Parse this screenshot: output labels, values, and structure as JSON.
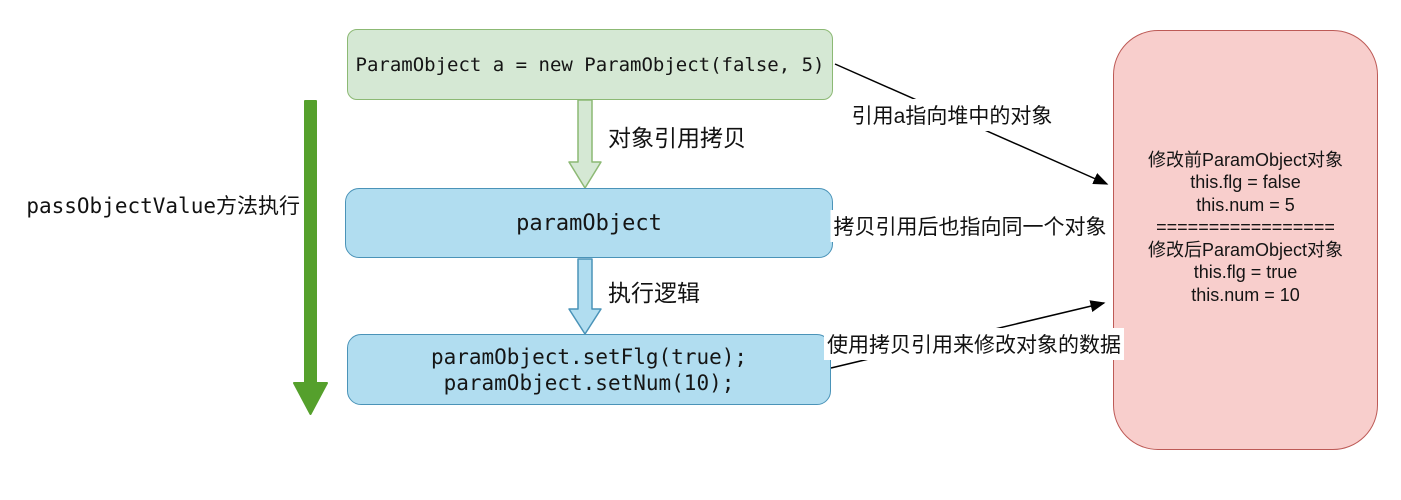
{
  "colors": {
    "green-fill": "#d5e8d4",
    "green-stroke": "#8cb974",
    "blue-fill": "#b1ddf0",
    "blue-stroke": "#4a93b8",
    "red-fill": "#f8cecc",
    "red-stroke": "#bd5a56",
    "flow-arrow": "#55a02c",
    "connector": "#000000"
  },
  "flow": {
    "method_label": "passObjectValue方法执行"
  },
  "nodes": {
    "create_code": "ParamObject a = new ParamObject(false, 5)",
    "param_object": "paramObject",
    "modify_line1": "paramObject.setFlg(true);",
    "modify_line2": "paramObject.setNum(10);"
  },
  "edges": {
    "copy_label": "对象引用拷贝",
    "exec_label": "执行逻辑",
    "ref_a_label": "引用a指向堆中的对象",
    "same_object_label": "拷贝引用后也指向同一个对象",
    "modify_label": "使用拷贝引用来修改对象的数据"
  },
  "heap": {
    "before_title": "修改前ParamObject对象",
    "before_flg": "this.flg = false",
    "before_num": "this.num = 5",
    "separator": "=================",
    "after_title": "修改后ParamObject对象",
    "after_flg": "this.flg = true",
    "after_num": "this.num = 10"
  }
}
